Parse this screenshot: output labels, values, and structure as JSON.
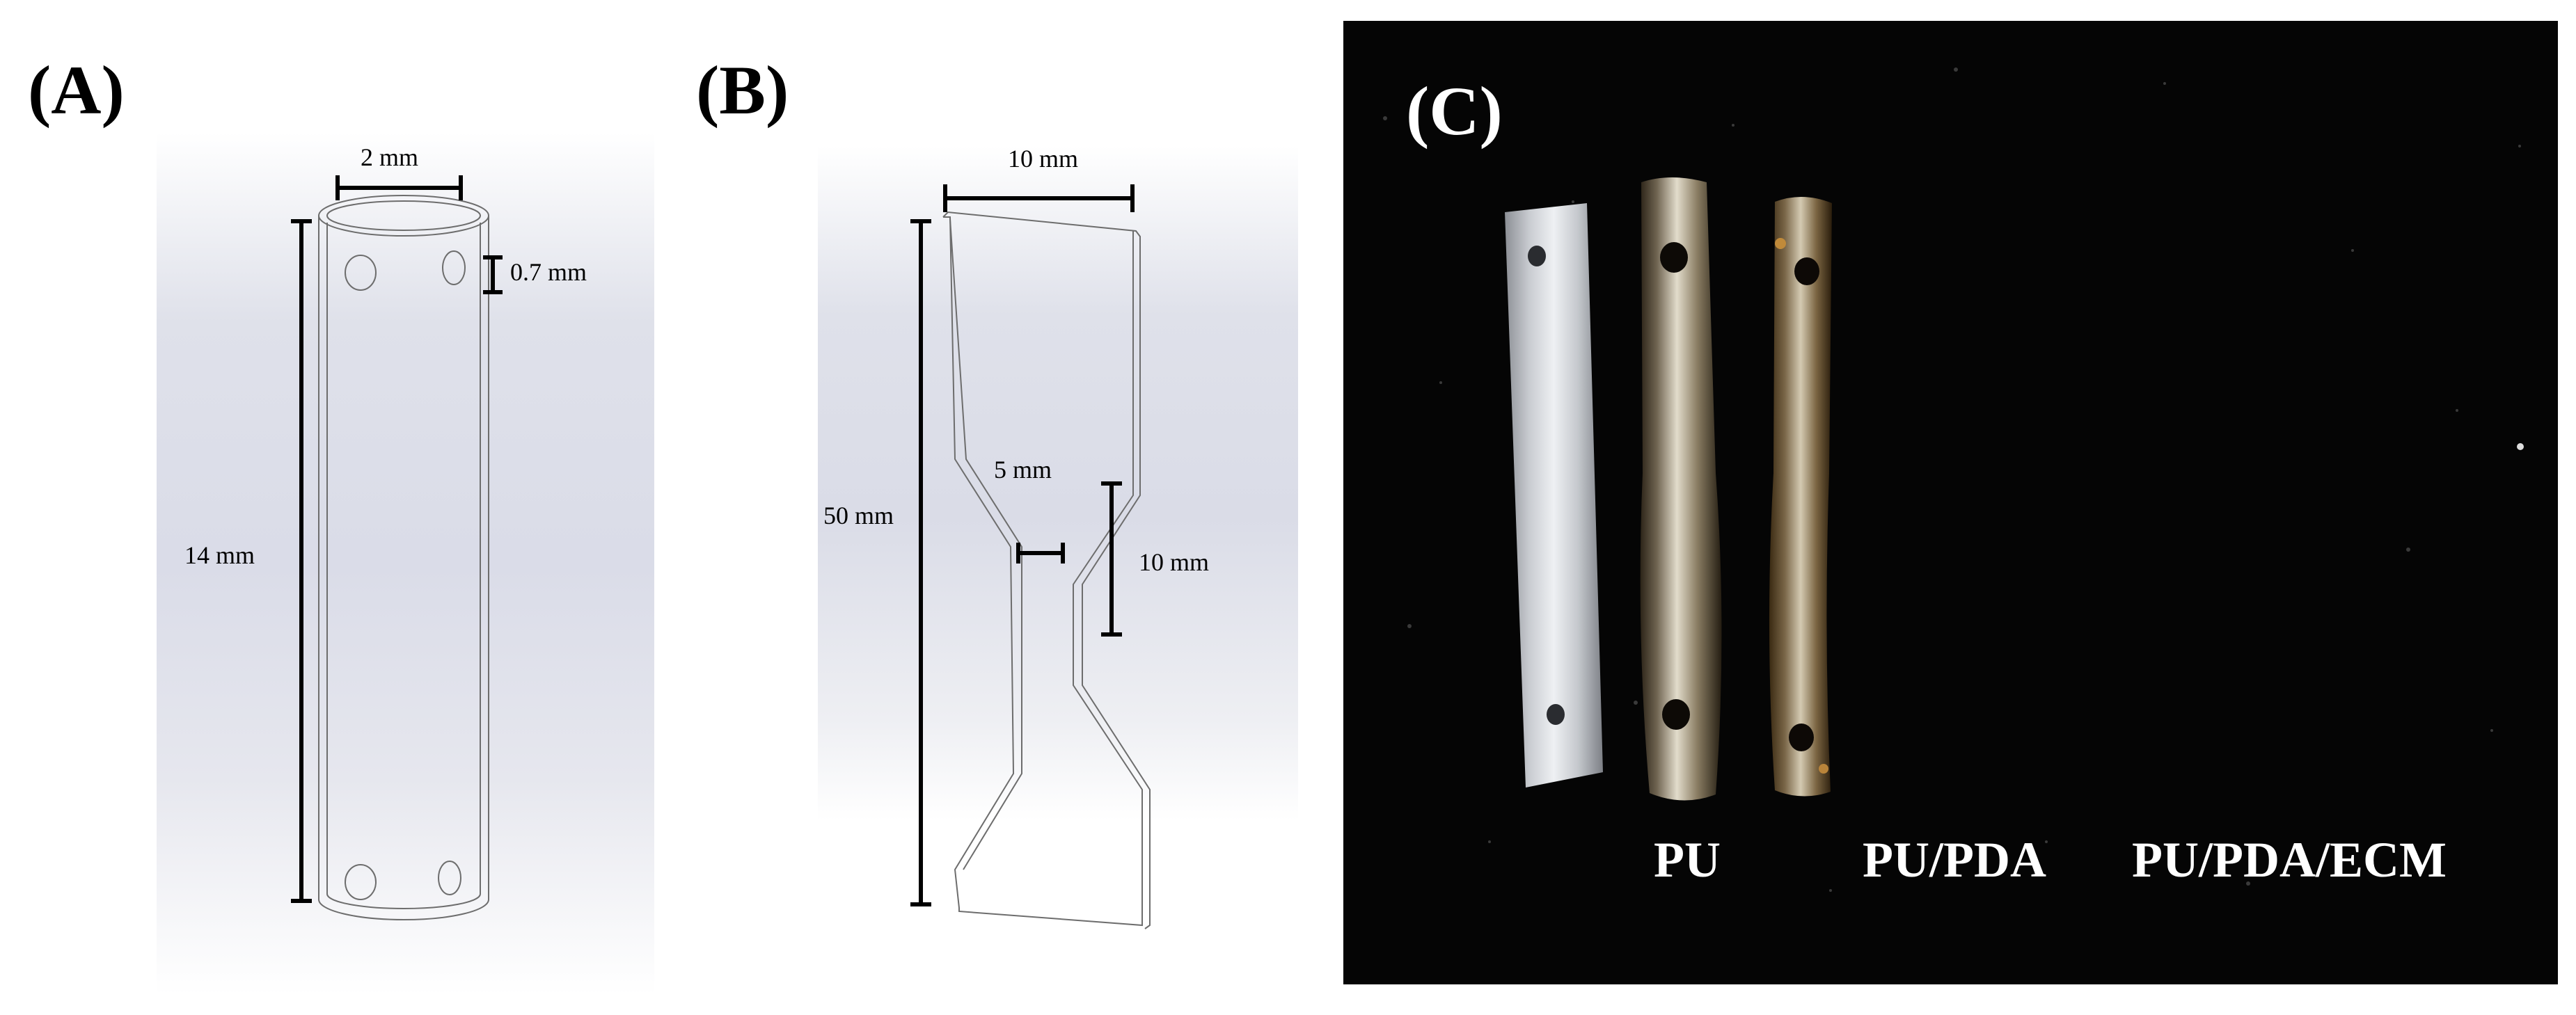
{
  "panels": {
    "a": {
      "label": "(A)",
      "dims": {
        "diameter": "2 mm",
        "hole": "0.7 mm",
        "length": "14 mm"
      }
    },
    "b": {
      "label": "(B)",
      "dims": {
        "width": "10 mm",
        "neck": "5 mm",
        "gauge": "10 mm",
        "length": "50 mm"
      }
    },
    "c": {
      "label": "(C)",
      "samples": [
        "PU",
        "PU/PDA",
        "PU/PDA/ECM"
      ]
    }
  }
}
